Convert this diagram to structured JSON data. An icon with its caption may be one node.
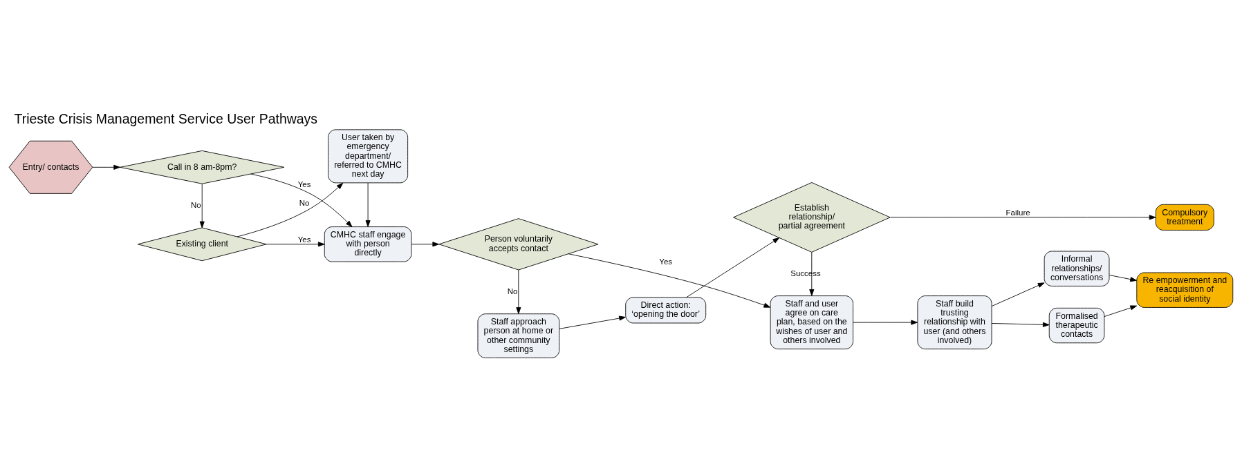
{
  "diagram": {
    "title": "Trieste Crisis Management Service User Pathways",
    "nodes": [
      {
        "text": [
          "Entry/ contacts"
        ]
      },
      {
        "text": [
          "CMHC staff engage with person directly"
        ]
      },
      {
        "text": [
          "Person voluntarily accepts contact"
        ]
      },
      {
        "text": [
          "Staff and user agree on care plan, based on the wishes of user and others involved"
        ]
      },
      {
        "text": [
          "Staff build trusting relationship with user (and others involved)"
        ]
      },
      {
        "text": [
          "Formalised therapeutic contacts"
        ]
      },
      {
        "text": [
          "Informal relationships/ conversations"
        ]
      },
      {
        "text": [
          "Re empowerment and reacquisition of social identity"
        ]
      },
      {
        "text": [
          "Call in 8 am-8pm?"
        ]
      },
      {
        "text": [
          "Existing client"
        ]
      },
      {
        "text": [
          "User taken by emergency department/ referred to CMHC next day"
        ]
      },
      {
        "text": [
          "Staff approach person at home or other community settings"
        ]
      },
      {
        "text": [
          "Direct action: ‘opening the door’"
        ]
      },
      {
        "text": [
          "Establish relationship/ partial agreement"
        ]
      },
      {
        "text": [
          "Compulsory treatment"
        ]
      }
    ],
    "edges": [
      {
        "from": 0,
        "to": 8,
        "arrow": "to"
      },
      {
        "from": 8,
        "to": 1,
        "arrow": "to",
        "label": "Yes"
      },
      {
        "from": 8,
        "to": 9,
        "arrow": "to",
        "label": "No"
      },
      {
        "from": 9,
        "to": 1,
        "arrow": "to",
        "label": "Yes"
      },
      {
        "from": 9,
        "to": 10,
        "arrow": "to",
        "label": "No"
      },
      {
        "from": 10,
        "to": 1,
        "arrow": "to"
      },
      {
        "from": 1,
        "to": 2,
        "arrow": "to"
      },
      {
        "from": 2,
        "to": 3,
        "arrow": "to",
        "label": "Yes"
      },
      {
        "from": 2,
        "to": 11,
        "arrow": "to",
        "label": "No"
      },
      {
        "from": 3,
        "to": 4,
        "arrow": "to"
      },
      {
        "from": 4,
        "to": 5,
        "arrow": "to"
      },
      {
        "from": 4,
        "to": 6,
        "arrow": "to"
      },
      {
        "from": 5,
        "to": 7,
        "arrow": "to"
      },
      {
        "from": 6,
        "to": 7,
        "arrow": "to"
      },
      {
        "from": 11,
        "to": 12,
        "arrow": "to"
      },
      {
        "from": 12,
        "to": 13,
        "arrow": "to"
      },
      {
        "from": 13,
        "to": 3,
        "arrow": "to",
        "label": "Success"
      },
      {
        "from": 13,
        "to": 14,
        "arrow": "to",
        "label": "Failure"
      }
    ]
  }
}
